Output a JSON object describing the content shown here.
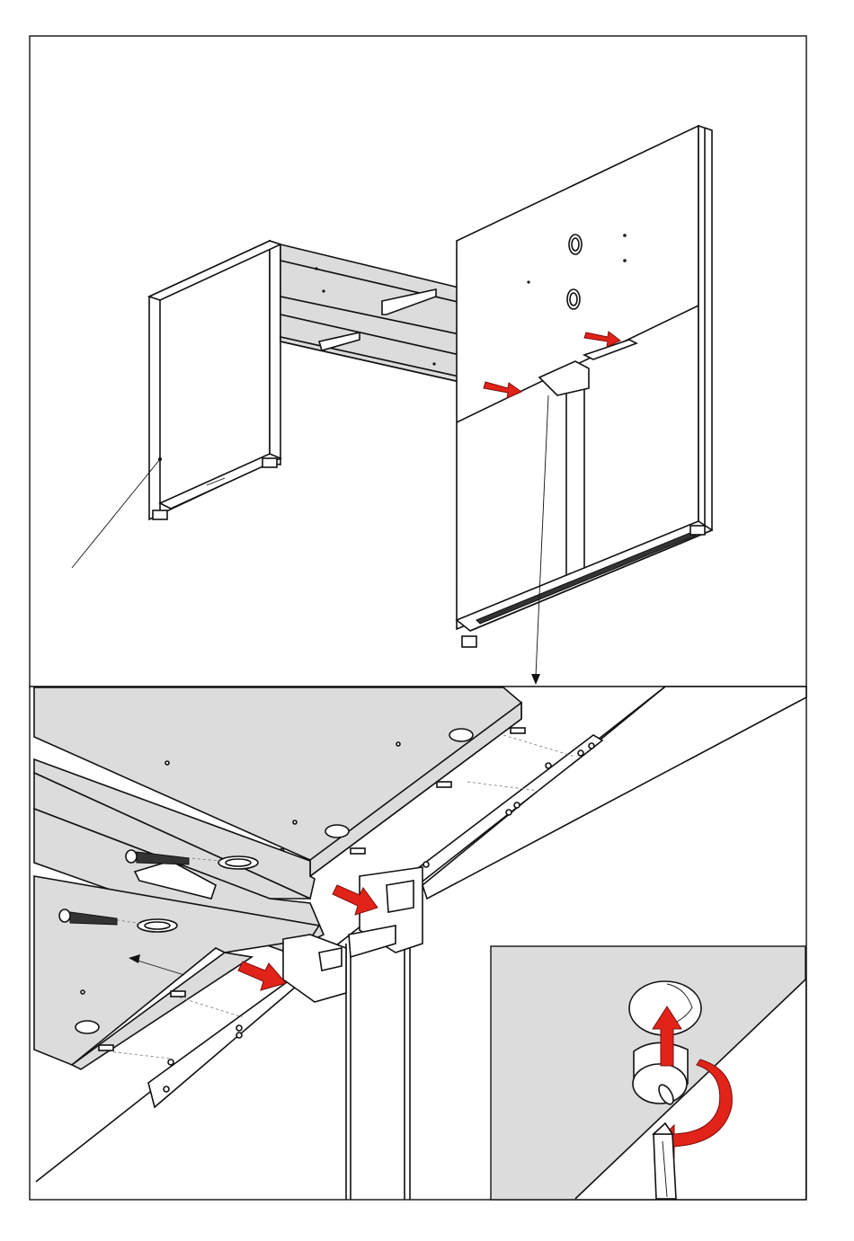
{
  "figure": {
    "top_panel": "desk-frame-overview",
    "bottom_panel": "connection-detail",
    "inset": "cam-lock-detail"
  },
  "colors": {
    "arrow": "#e2231a",
    "panel_fill": "#dcdcdc",
    "line": "#111111"
  },
  "icons": [
    "motion-arrow",
    "rotate-arrow",
    "screw",
    "cam-lock",
    "screwdriver"
  ]
}
